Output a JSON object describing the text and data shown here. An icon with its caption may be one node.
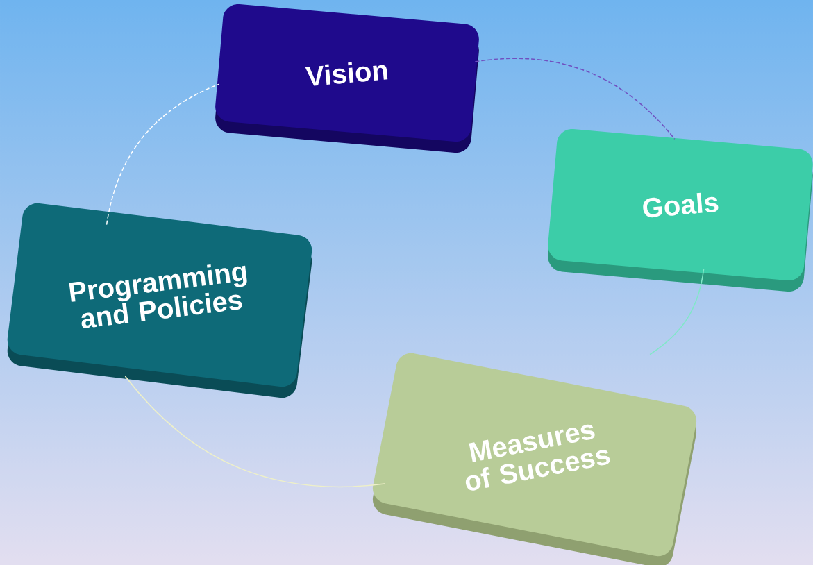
{
  "diagram": {
    "nodes": [
      {
        "text": [
          "Vision"
        ]
      },
      {
        "text": [
          "Goals"
        ]
      },
      {
        "text": [
          "Measures of Success"
        ]
      },
      {
        "text": [
          "Programming and Policies"
        ]
      }
    ],
    "edges": [
      {
        "from": 0,
        "to": 1,
        "arrow": "none",
        "style": "dashed",
        "color": "#7050c0"
      },
      {
        "from": 1,
        "to": 2,
        "arrow": "none",
        "color": "#80e8c8"
      },
      {
        "from": 2,
        "to": 3,
        "arrow": "none",
        "color": "#eef0c8"
      },
      {
        "from": 3,
        "to": 0,
        "arrow": "none",
        "style": "dashed",
        "color": "#ffffff"
      }
    ]
  }
}
